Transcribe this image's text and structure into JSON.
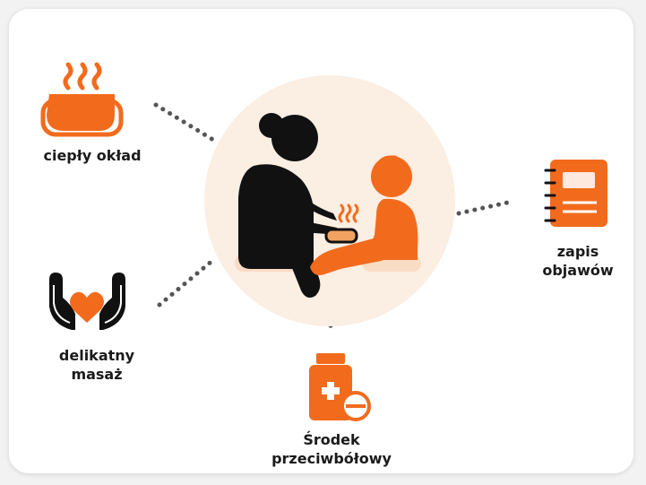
{
  "colors": {
    "accent": "#f26b1d",
    "dark": "#111111",
    "circle": "#fbeee2",
    "dots": "#555555"
  },
  "center": {
    "icon": "caregiver-warm-compress-child-icon"
  },
  "items": {
    "compress": {
      "icon": "warm-compress-icon",
      "label": "ciepły okład"
    },
    "massage": {
      "icon": "hands-heart-icon",
      "line1": "delikatny",
      "line2": "masaż"
    },
    "painkiller": {
      "icon": "medicine-bottle-icon",
      "line1": "Środek",
      "line2": "przeciwbółowy"
    },
    "journal": {
      "icon": "notebook-icon",
      "line1": "zapis",
      "line2": "objawów"
    }
  }
}
